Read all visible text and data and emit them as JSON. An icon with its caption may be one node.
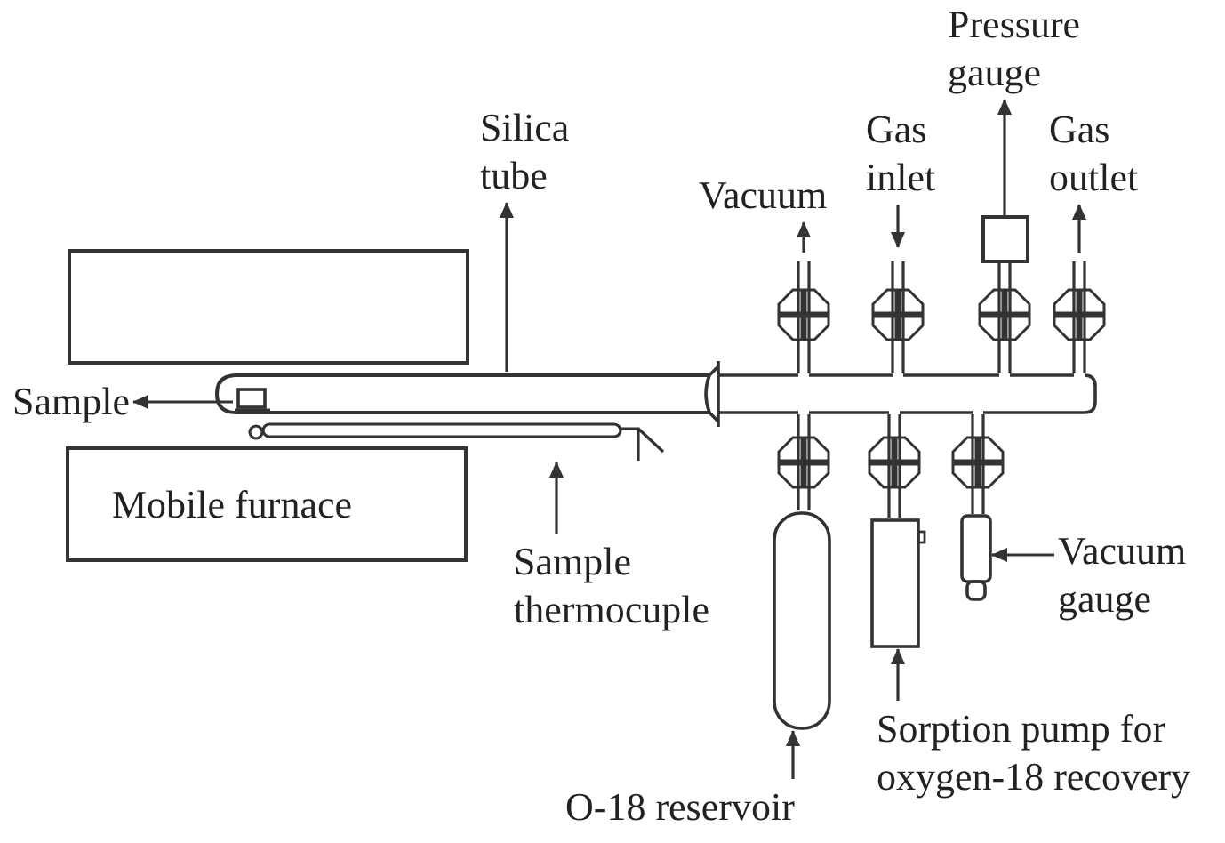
{
  "diagram": {
    "nodes": [
      {
        "text": [
          "Pressure gauge"
        ]
      },
      {
        "text": [
          "Silica tube"
        ]
      },
      {
        "text": [
          "Gas inlet"
        ]
      },
      {
        "text": [
          "Gas outlet"
        ]
      },
      {
        "text": [
          "Vacuum"
        ]
      },
      {
        "text": [],
        "shape": "box"
      },
      {
        "text": [],
        "shape": "box"
      },
      {
        "text": [],
        "shape": "picture"
      },
      {
        "text": [],
        "shape": "picture"
      },
      {
        "text": [],
        "shape": "bar"
      },
      {
        "text": [
          "Sample"
        ]
      },
      {
        "text": [],
        "shape": "box",
        "in": 7
      },
      {
        "text": [],
        "shape": "picture"
      },
      {
        "text": [
          "Mobile furnace"
        ]
      },
      {
        "text": [],
        "shape": "box"
      },
      {
        "text": [],
        "shape": "box"
      },
      {
        "text": [],
        "shape": "box"
      },
      {
        "text": [
          "Vacuum gauge"
        ]
      },
      {
        "text": [
          "Sample thermocuple"
        ]
      },
      {
        "text": [
          "Sorption pump for oxygen-18 recovery"
        ]
      },
      {
        "text": [
          "O-18 reservoir"
        ]
      }
    ],
    "edges": [
      {
        "from": 7,
        "to": 1,
        "arrow": "to"
      },
      {
        "from": 11,
        "to": 10,
        "arrow": "to"
      },
      {
        "from": 18,
        "to": 12,
        "arrow": "to"
      },
      {
        "from": null,
        "to": 4,
        "arrow": "to"
      },
      {
        "from": 2,
        "to": null,
        "arrow": "to"
      },
      {
        "from": 6,
        "to": 0,
        "arrow": "to"
      },
      {
        "from": null,
        "to": 3,
        "arrow": "to"
      },
      {
        "from": 17,
        "to": 16,
        "arrow": "to"
      },
      {
        "from": 19,
        "to": 15,
        "arrow": "to"
      },
      {
        "from": 20,
        "to": 14,
        "arrow": "to"
      },
      {
        "from": 9,
        "to": null,
        "arrow": "none"
      },
      {
        "from": 9,
        "to": null,
        "arrow": "none"
      },
      {
        "from": 9,
        "to": 6,
        "arrow": "none"
      },
      {
        "from": 9,
        "to": null,
        "arrow": "none"
      },
      {
        "from": 9,
        "to": 14,
        "arrow": "none"
      },
      {
        "from": 9,
        "to": 15,
        "arrow": "none"
      },
      {
        "from": 9,
        "to": 16,
        "arrow": "none"
      }
    ]
  }
}
